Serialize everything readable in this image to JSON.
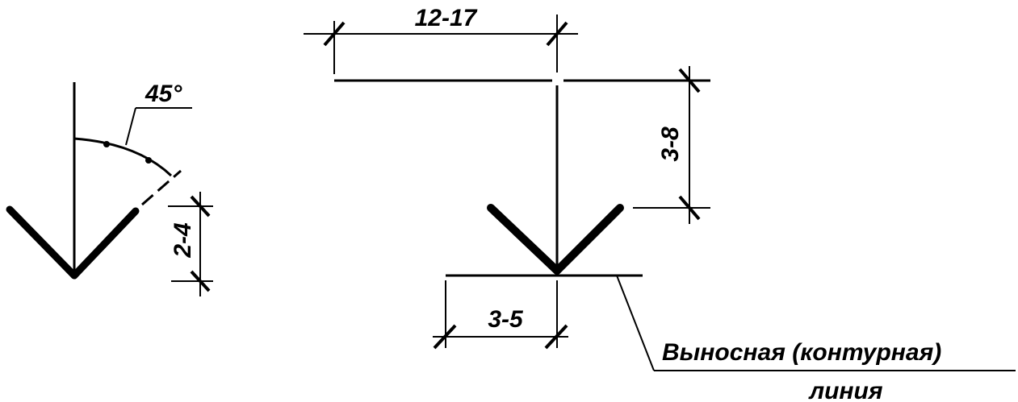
{
  "left_figure": {
    "angle_label": "45°",
    "depth_label": "2-4"
  },
  "right_figure": {
    "width_label": "12-17",
    "height_label": "3-8",
    "base_label": "3-5",
    "callout_line1": "Выносная (контурная)",
    "callout_line2": "линия"
  }
}
